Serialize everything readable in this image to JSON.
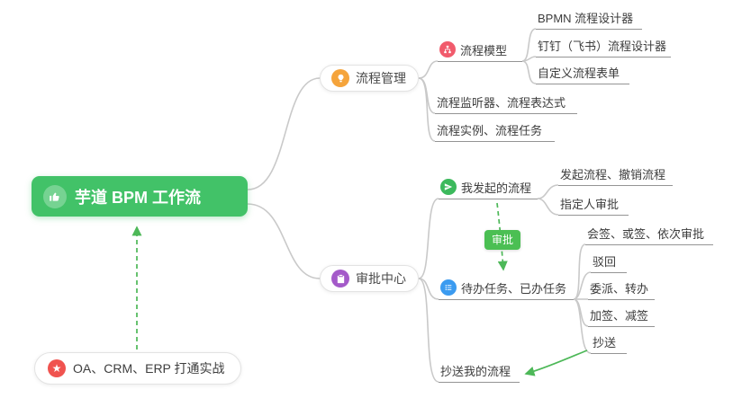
{
  "colors": {
    "connector": "#c9c9c9",
    "arrow": "#4db858"
  },
  "icons": {
    "star": "★"
  },
  "root_node": {
    "label": "芋道 BPM 工作流",
    "bg": "#42c268"
  },
  "badge": {
    "label": "审批",
    "bg": "#4bbf53"
  },
  "nodes": {
    "process_management": {
      "label": "流程管理",
      "icon_bg": "#f5a43b"
    },
    "process_model": {
      "label": "流程模型",
      "icon_bg": "#f15b6c"
    },
    "bpmn_designer": {
      "label": "BPMN 流程设计器"
    },
    "dingtalk_feishu_designer": {
      "label": "钉钉（飞书）流程设计器"
    },
    "custom_process_form": {
      "label": "自定义流程表单"
    },
    "listener_expression": {
      "label": "流程监听器、流程表达式"
    },
    "instance_task": {
      "label": "流程实例、流程任务"
    },
    "approval_center": {
      "label": "审批中心",
      "icon_bg": "#a45ac9"
    },
    "my_initiated_process": {
      "label": "我发起的流程",
      "icon_bg": "#3cb95c"
    },
    "initiate_revoke": {
      "label": "发起流程、撤销流程"
    },
    "designated_approver": {
      "label": "指定人审批"
    },
    "todo_done_tasks": {
      "label": "待办任务、已办任务",
      "icon_bg": "#3b9bf0"
    },
    "countersign_orsign_sequential": {
      "label": "会签、或签、依次审批"
    },
    "reject": {
      "label": "驳回"
    },
    "delegate_transfer": {
      "label": "委派、转办"
    },
    "add_sign_reduce_sign": {
      "label": "加签、减签"
    },
    "cc": {
      "label": "抄送"
    },
    "cc_my_process": {
      "label": "抄送我的流程"
    },
    "oa_crm_erp_practice": {
      "label": "OA、CRM、ERP 打通实战",
      "icon_bg": "#f0534f"
    }
  }
}
